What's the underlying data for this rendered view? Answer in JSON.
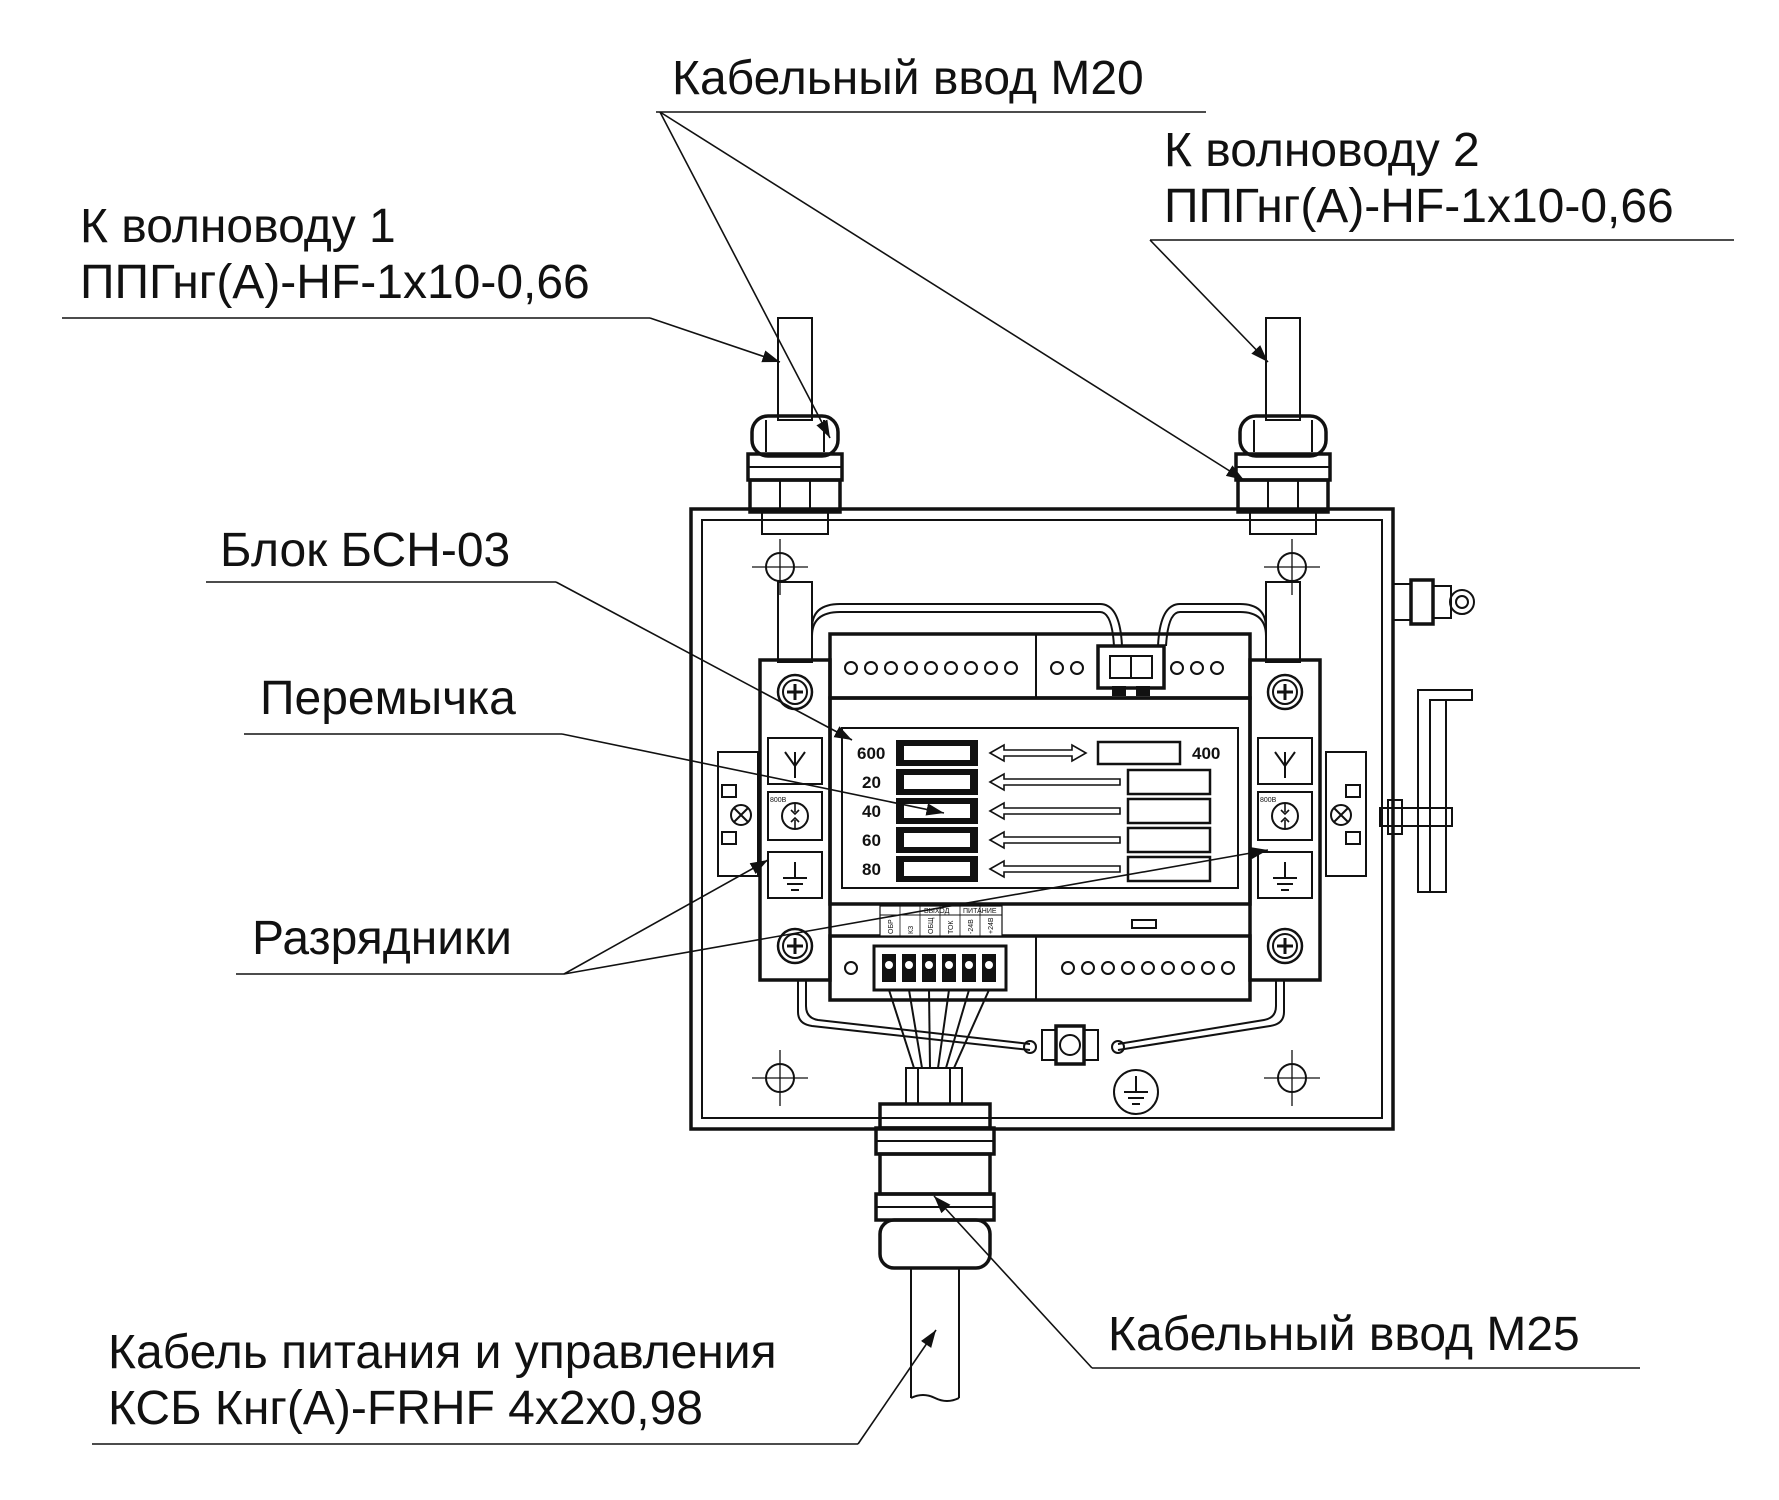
{
  "labels": {
    "gland_m20": "Кабельный ввод М20",
    "wg1_line1": "К волноводу 1",
    "wg1_line2": "ППГнг(А)-HF-1x10-0,66",
    "wg2_line1": "К волноводу 2",
    "wg2_line2": "ППГнг(А)-HF-1x10-0,66",
    "block": "Блок БСН-03",
    "jumper": "Перемычка",
    "arresters": "Разрядники",
    "power_line1": "Кабель питания и управления",
    "power_line2": "КСБ Кнг(А)-FRHF 4x2x0,98",
    "gland_m25": "Кабельный ввод М25"
  },
  "jumper_values": [
    "600",
    "20",
    "40",
    "60",
    "80"
  ],
  "jumper_value_right": "400",
  "terminal_headers": {
    "output": "ВЫХОД",
    "power": "ПИТАНИЕ"
  },
  "terminal_pins": [
    "ОБР",
    "КЗ",
    "ОБЩ",
    "ТОК",
    "-24В",
    "+24В"
  ],
  "arrester_rating": "800В",
  "colors": {
    "line": "#111111",
    "fill_gray": "#d8d8d8",
    "background": "#ffffff"
  }
}
